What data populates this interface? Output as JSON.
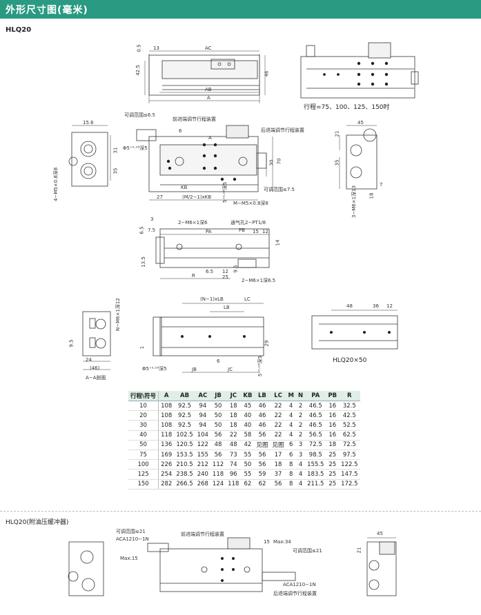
{
  "header": {
    "title": "外形尺寸图(毫米)"
  },
  "model_top": "HLQ20",
  "model_bottom": "HLQ20(附油压缓冲器)",
  "stroke_note": "行程=75、100、125、150时",
  "labels_top": {
    "d05": "0.5",
    "d13": "13",
    "dAC": "AC",
    "d425": "42.5",
    "d46": "46",
    "dAB": "AB",
    "dA": "A"
  },
  "labels_mid": {
    "adj_range_1": "可调范围≤6.5",
    "front_adj": "前进端调节行程装置",
    "rear_adj": "后退端调节行程装置",
    "d6": "6",
    "dA": "A",
    "phi5": "Φ5⁺⁰·⁰³深5",
    "d30": "30",
    "d70": "70",
    "adj_range_2": "可调范围≤7.5",
    "dKB": "KB",
    "d27": "27",
    "dM21KB": "(M/2−1)xKB",
    "d5deep5": "5⁺⁰·⁰³深5",
    "m_m5": "M−M5×0.8深8",
    "d156": "15.6",
    "d31": "31",
    "d35": "35",
    "m5_4": "4−M5×0.8深8",
    "d45": "45",
    "d21": "21",
    "d35b": "35",
    "d7": "7",
    "d18": "18",
    "m6_3": "3−M6×1深13"
  },
  "labels_mid2": {
    "d3": "3",
    "m6_2": "2−M6×1深6",
    "vent": "通气孔2−PT1/8",
    "d65": "6.5",
    "d75": "7.5",
    "dPA": "PA",
    "dPB": "PB",
    "d15": "15",
    "d12": "12",
    "d14": "14",
    "d135": "13.5",
    "d65b": "6.5",
    "d12b": "12",
    "d95": "9.5",
    "dR": "R",
    "d25": "25",
    "m6_2b": "2−M6×1深6.5"
  },
  "labels_lower": {
    "nm6": "N−M6×1深12",
    "d95": "9.5",
    "d24": "24",
    "d46": "(46)",
    "aa": "A−A剖面",
    "nlb": "(N−1)xLB",
    "dLC": "LC",
    "dLB": "LB",
    "d29": "29",
    "d1": "1",
    "d6": "6",
    "phi5": "Φ5⁺⁰·⁰³深5",
    "dJB": "JB",
    "dJC": "JC",
    "d5deep5": "5⁺⁰·⁰³深5",
    "d48": "48",
    "d36": "36",
    "d12": "12",
    "hlq50": "HLQ20×50"
  },
  "labels_bottom": {
    "adj21": "可调范围≤21",
    "aca": "ACA1210−1N",
    "max15": "Max:15",
    "front_adj": "前进端调节行程装置",
    "d15": "15",
    "max34": "Max:34",
    "adj21b": "可调范围≤21",
    "aca2": "ACA1210−1N",
    "rear_adj": "后退端调节行程装置",
    "d45": "45",
    "d21": "21"
  },
  "table": {
    "headers": [
      "行程\\符号",
      "A",
      "AB",
      "AC",
      "JB",
      "JC",
      "KB",
      "LB",
      "LC",
      "M",
      "N",
      "PA",
      "PB",
      "R"
    ],
    "rows": [
      [
        "10",
        "108",
        "92.5",
        "94",
        "50",
        "18",
        "45",
        "46",
        "22",
        "4",
        "2",
        "46.5",
        "16",
        "32.5"
      ],
      [
        "20",
        "108",
        "92.5",
        "94",
        "50",
        "18",
        "40",
        "46",
        "22",
        "4",
        "2",
        "46.5",
        "16",
        "42.5"
      ],
      [
        "30",
        "108",
        "92.5",
        "94",
        "50",
        "18",
        "40",
        "46",
        "22",
        "4",
        "2",
        "46.5",
        "16",
        "52.5"
      ],
      [
        "40",
        "118",
        "102.5",
        "104",
        "56",
        "22",
        "58",
        "56",
        "22",
        "4",
        "2",
        "56.5",
        "16",
        "62.5"
      ],
      [
        "50",
        "136",
        "120.5",
        "122",
        "48",
        "48",
        "42",
        "见图",
        "见图",
        "6",
        "3",
        "72.5",
        "18",
        "72.5"
      ],
      [
        "75",
        "169",
        "153.5",
        "155",
        "56",
        "73",
        "55",
        "56",
        "17",
        "6",
        "3",
        "98.5",
        "25",
        "97.5"
      ],
      [
        "100",
        "226",
        "210.5",
        "212",
        "112",
        "74",
        "50",
        "56",
        "18",
        "8",
        "4",
        "155.5",
        "25",
        "122.5"
      ],
      [
        "125",
        "254",
        "238.5",
        "240",
        "118",
        "96",
        "55",
        "59",
        "37",
        "8",
        "4",
        "183.5",
        "25",
        "147.5"
      ],
      [
        "150",
        "282",
        "266.5",
        "268",
        "124",
        "118",
        "62",
        "62",
        "56",
        "8",
        "4",
        "211.5",
        "25",
        "172.5"
      ]
    ]
  }
}
